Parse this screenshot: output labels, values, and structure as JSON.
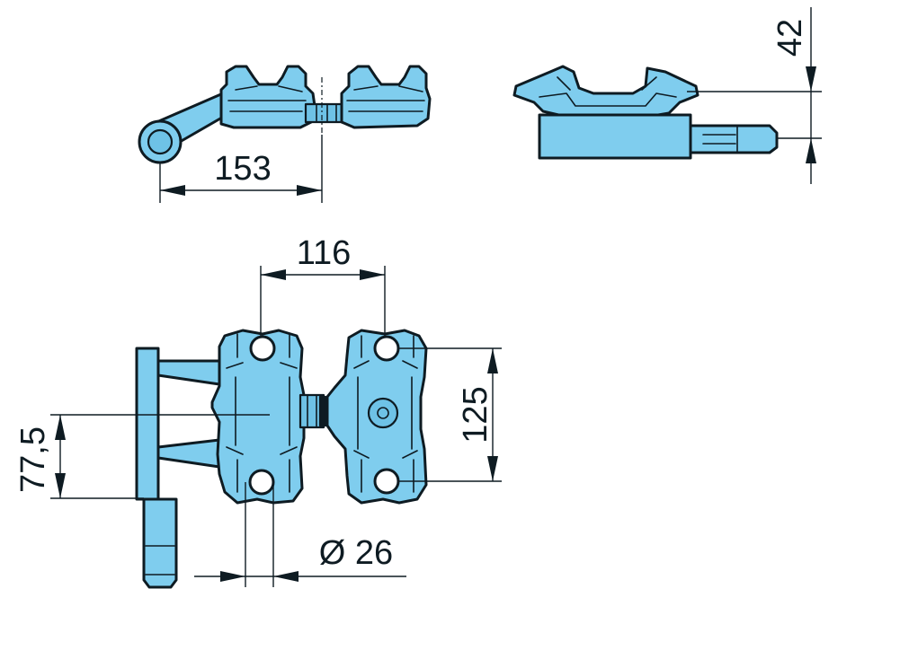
{
  "dimensions": {
    "side_width": "153",
    "front_height": "42",
    "hole_spacing_horizontal": "116",
    "hole_spacing_vertical": "125",
    "pin_offset": "77,5",
    "hole_diameter": "Ø 26"
  },
  "colors": {
    "part_fill": "#7fcdee",
    "outline": "#0e1b22",
    "background": "#ffffff"
  }
}
